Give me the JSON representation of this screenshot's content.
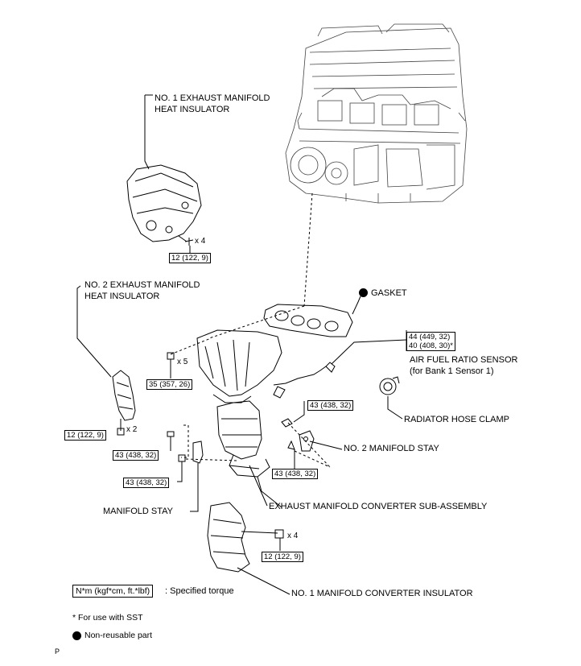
{
  "labels": {
    "no1_heat_insulator_l1": "NO. 1 EXHAUST MANIFOLD",
    "no1_heat_insulator_l2": "HEAT INSULATOR",
    "no2_heat_insulator_l1": "NO. 2 EXHAUST MANIFOLD",
    "no2_heat_insulator_l2": "HEAT INSULATOR",
    "gasket": "GASKET",
    "af_sensor_l1": "AIR FUEL RATIO SENSOR",
    "af_sensor_l2": "(for Bank 1 Sensor 1)",
    "radiator_hose_clamp": "RADIATOR HOSE CLAMP",
    "no2_manifold_stay": "NO. 2 MANIFOLD STAY",
    "manifold_stay": "MANIFOLD STAY",
    "converter_sub_assembly": "EXHAUST MANIFOLD CONVERTER SUB-ASSEMBLY",
    "no1_converter_insulator": "NO. 1 MANIFOLD CONVERTER INSULATOR"
  },
  "torques": {
    "t_no1_insulator": "12 (122, 9)",
    "t_gasket_bolts": "35 (357, 26)",
    "t_af_sensor_l1": "44 (449, 32)",
    "t_af_sensor_l2": "40 (408, 30)*",
    "t_no2_insulator": "12 (122, 9)",
    "t_stay_upper": "43 (438, 32)",
    "t_stay_lower": "43 (438, 32)",
    "t_no2_stay_upper": "43 (438, 32)",
    "t_no2_stay_lower": "43 (438, 32)",
    "t_converter_insulator": "12 (122, 9)"
  },
  "quantities": {
    "q_no1_insulator": "x 4",
    "q_gasket_bolts": "x 5",
    "q_no2_insulator": "x 2",
    "q_converter_insulator": "x 4"
  },
  "legend": {
    "torque_unit": "N*m (kgf*cm, ft.*lbf)",
    "torque_desc": ": Specified torque",
    "sst_note": "* For use with SST",
    "non_reusable": "Non-reusable part"
  },
  "footer": {
    "code": "P"
  }
}
